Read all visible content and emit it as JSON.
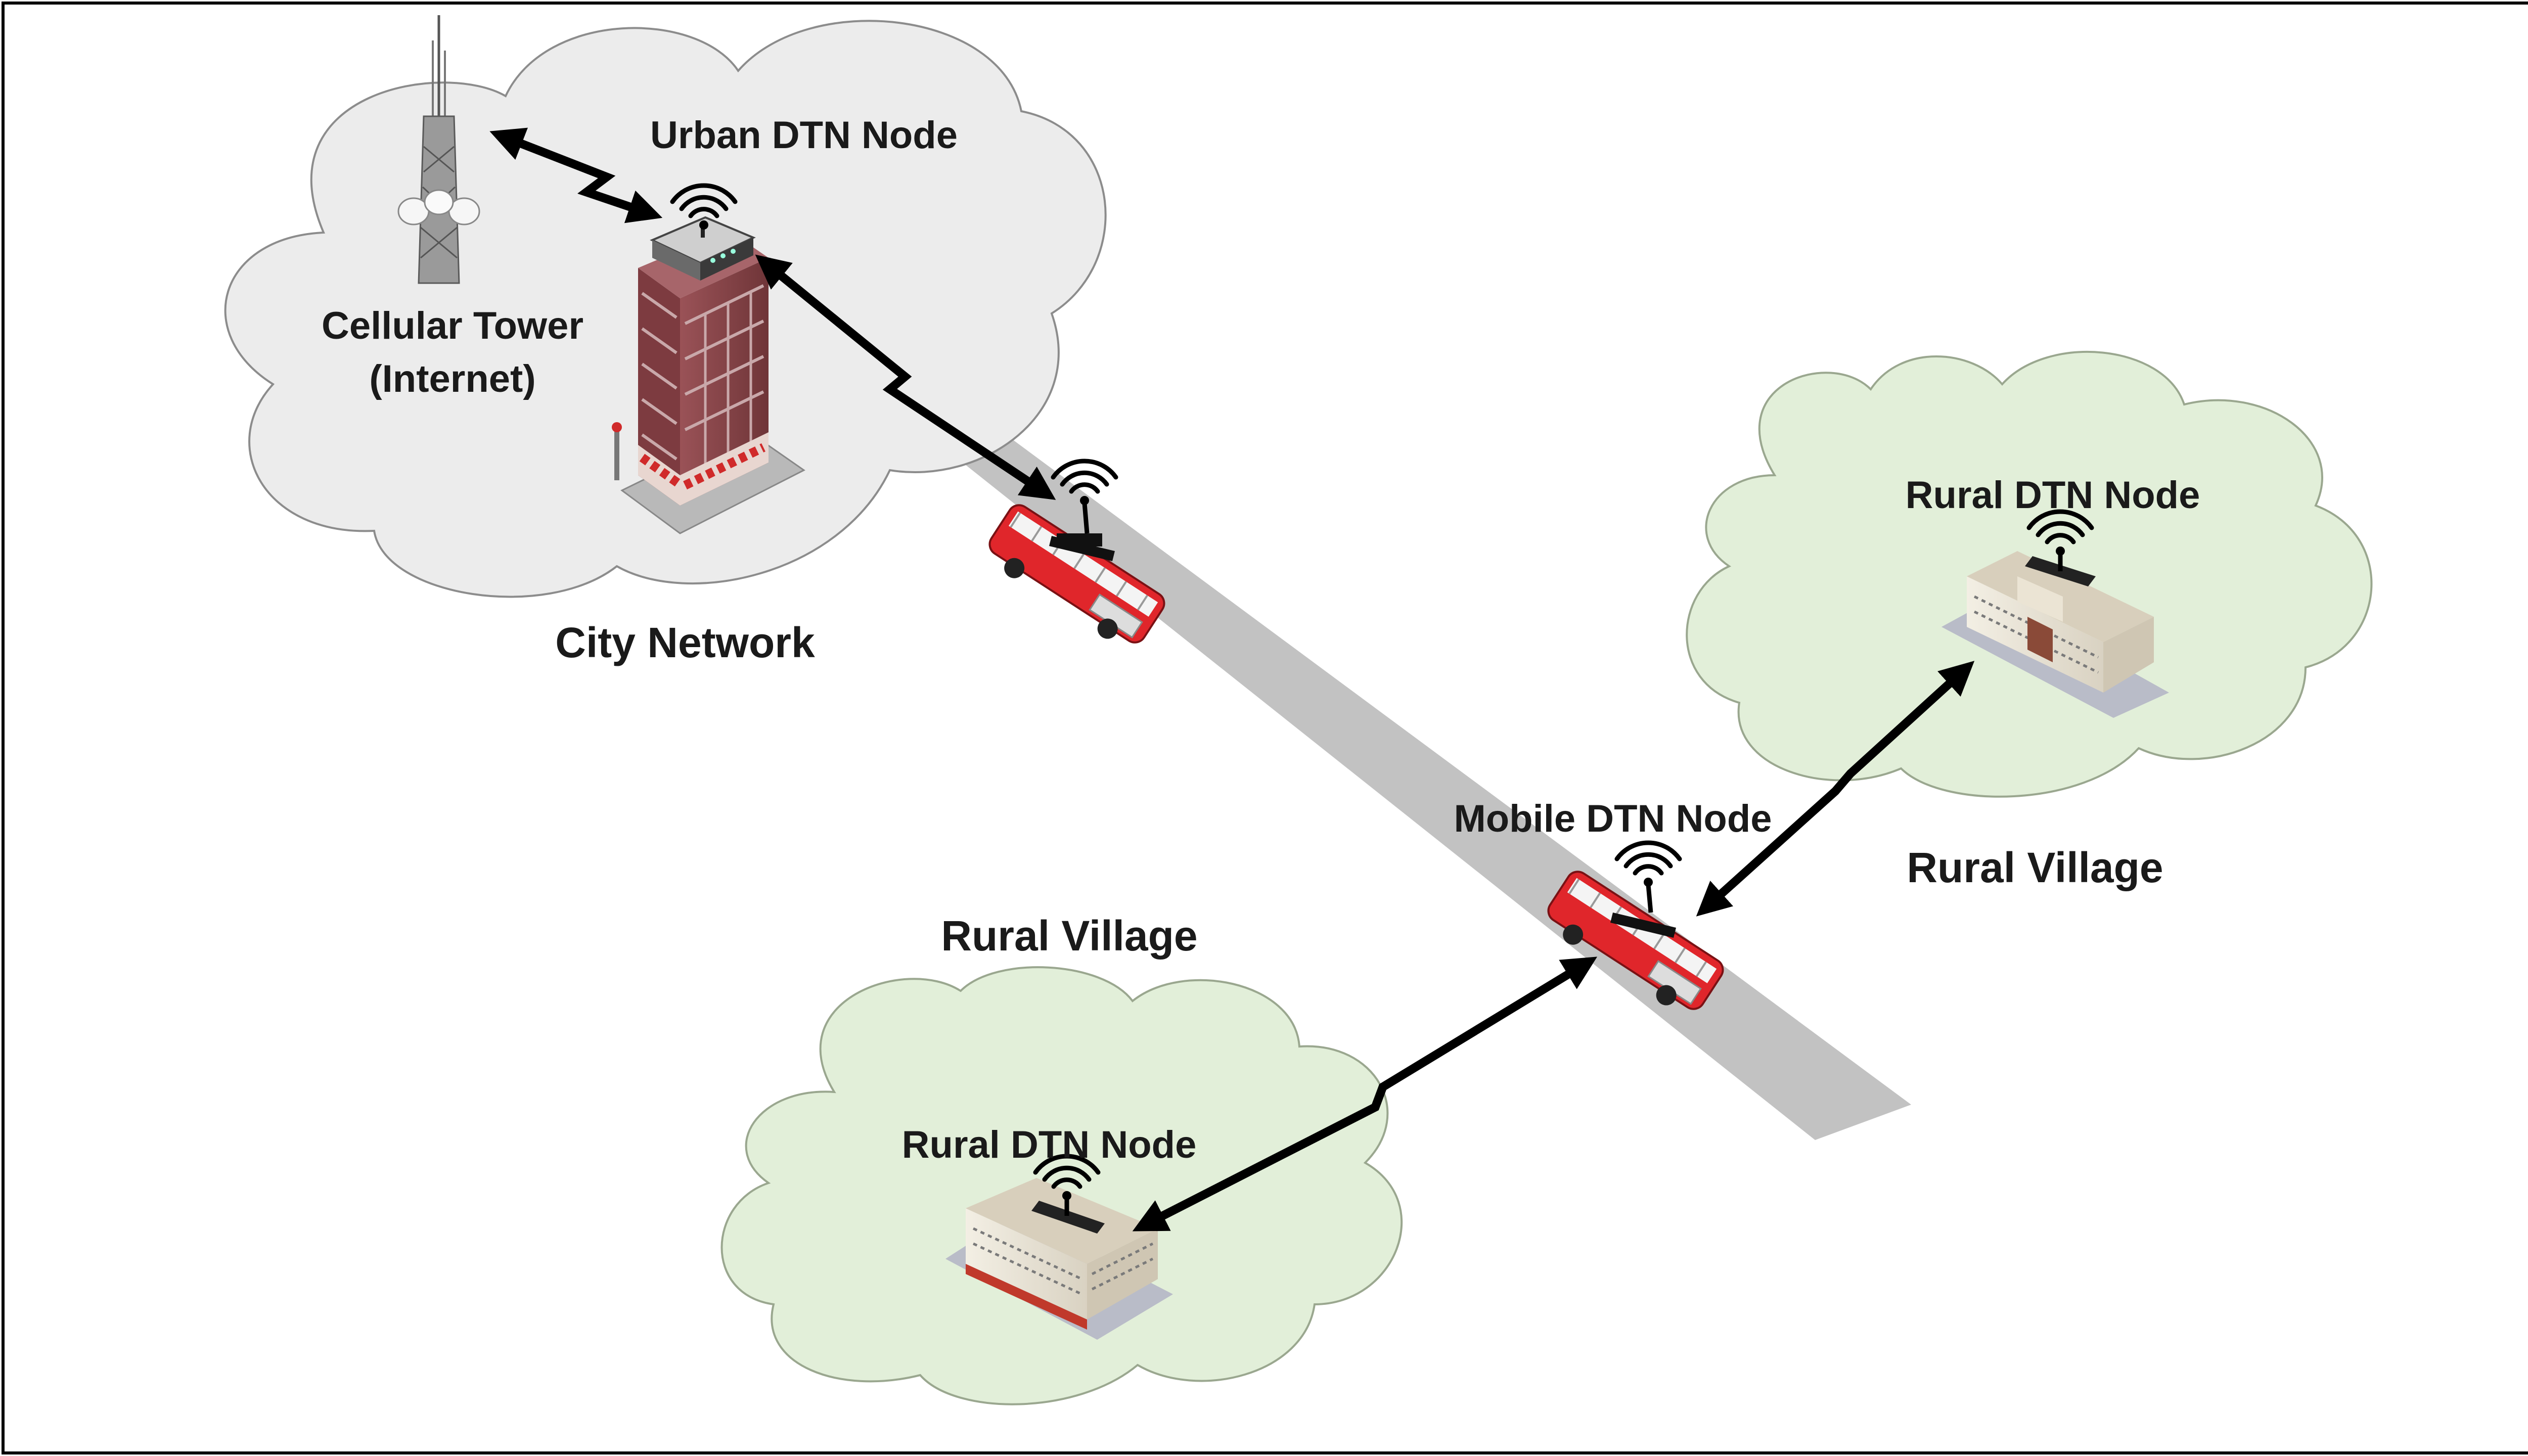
{
  "labels": {
    "urban_node": "Urban DTN Node",
    "cellular_tower_line1": "Cellular Tower",
    "cellular_tower_line2": "(Internet)",
    "city_network": "City Network",
    "rural_node_right": "Rural DTN Node",
    "rural_village_right": "Rural Village",
    "mobile_node": "Mobile DTN Node",
    "rural_village_left": "Rural Village",
    "rural_node_left": "Rural DTN Node"
  },
  "colors": {
    "city_cloud": "#ececec",
    "village_cloud": "#e2efd9",
    "cloud_stroke": "#8c8c8c",
    "road": "#c2c2c2",
    "bus": "#e0262b",
    "building_brick": "#8d4a4e",
    "arrow": "#000000",
    "frame": "#000000"
  },
  "icons": [
    "cellular-tower-icon",
    "office-building-icon",
    "router-icon",
    "bus-icon",
    "rural-building-icon",
    "wifi-signal-icon"
  ]
}
